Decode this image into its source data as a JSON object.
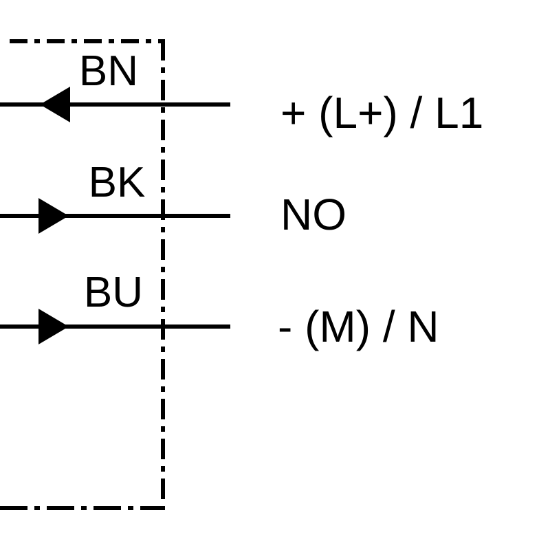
{
  "diagram": {
    "wires": [
      {
        "color_code": "BN",
        "terminal_label": "+ (L+) / L1",
        "arrow_direction": "left"
      },
      {
        "color_code": "BK",
        "terminal_label": "NO",
        "arrow_direction": "right"
      },
      {
        "color_code": "BU",
        "terminal_label": "- (M) / N",
        "arrow_direction": "right"
      }
    ]
  },
  "colors": {
    "line": "#000000",
    "background": "#ffffff"
  }
}
